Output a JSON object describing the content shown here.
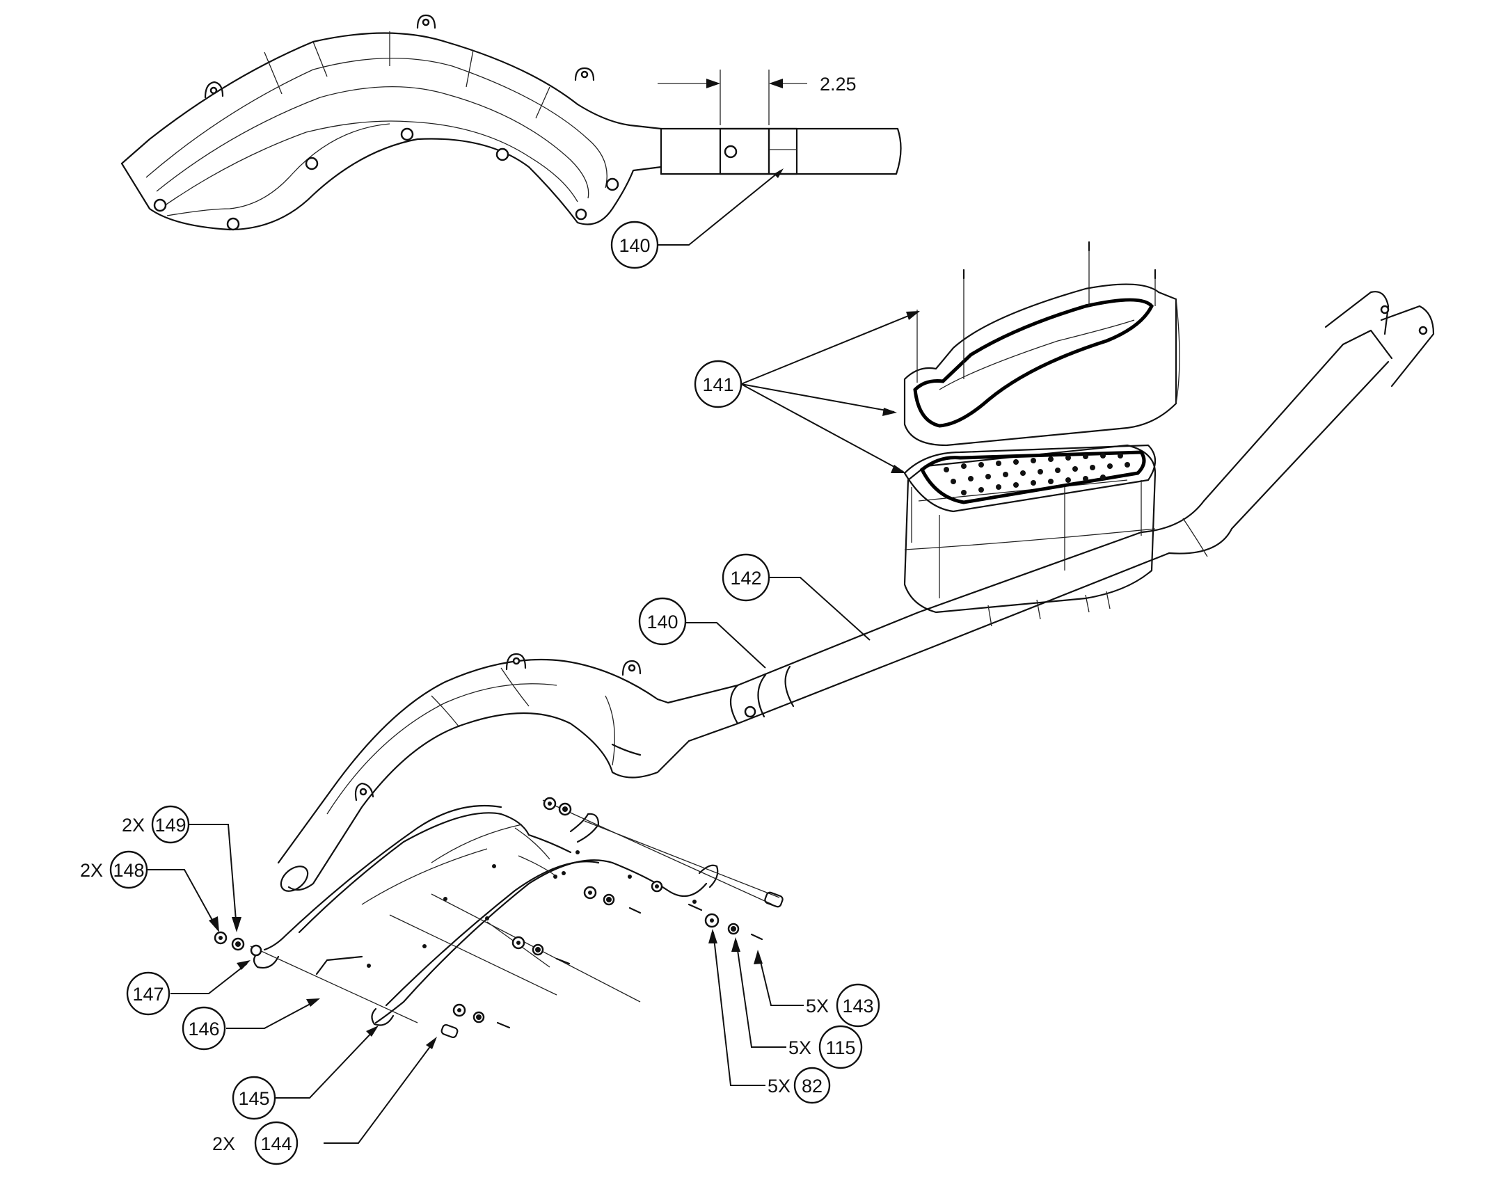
{
  "dimension": {
    "value": "2.25"
  },
  "callouts": {
    "c140_top": "140",
    "c140": "140",
    "c141": "141",
    "c142": "142",
    "c143": "143",
    "c144": "144",
    "c145": "145",
    "c146": "146",
    "c147": "147",
    "c148": "148",
    "c149": "149",
    "c115": "115",
    "c82": "82"
  },
  "quantities": {
    "q149": "2X",
    "q148": "2X",
    "q144": "2X",
    "q143": "5X",
    "q115": "5X",
    "q82": "5X"
  }
}
